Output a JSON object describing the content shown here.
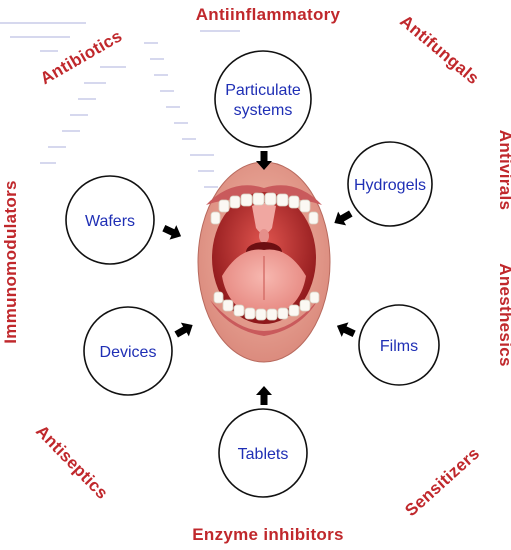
{
  "center": {
    "image": "open-mouth"
  },
  "dosage_forms": [
    {
      "key": "particulate",
      "lines": [
        "Particulate",
        "systems"
      ]
    },
    {
      "key": "hydrogels",
      "lines": [
        "Hydrogels"
      ]
    },
    {
      "key": "films",
      "lines": [
        "Films"
      ]
    },
    {
      "key": "tablets",
      "lines": [
        "Tablets"
      ]
    },
    {
      "key": "devices",
      "lines": [
        "Devices"
      ]
    },
    {
      "key": "wafers",
      "lines": [
        "Wafers"
      ]
    }
  ],
  "drug_classes": [
    {
      "key": "antiinflammatory",
      "label": "Antiinflammatory"
    },
    {
      "key": "antifungals",
      "label": "Antifungals"
    },
    {
      "key": "antivirals",
      "label": "Antivirals"
    },
    {
      "key": "anesthesics",
      "label": "Anesthesics"
    },
    {
      "key": "sensitizers",
      "label": "Sensitizers"
    },
    {
      "key": "enzyme-inhibitors",
      "label": "Enzyme inhibitors"
    },
    {
      "key": "antiseptics",
      "label": "Antiseptics"
    },
    {
      "key": "immunomodulators",
      "label": "Immunomodulators"
    },
    {
      "key": "antibiotics",
      "label": "Antibiotics"
    }
  ],
  "colors": {
    "drug_text": "#c0282c",
    "form_text": "#1f2fb5",
    "outline": "#111111"
  }
}
